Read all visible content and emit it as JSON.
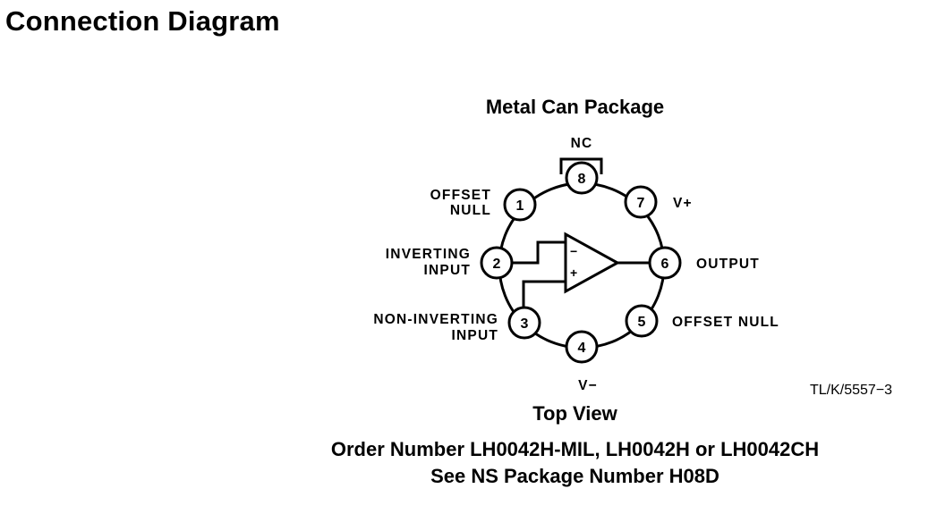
{
  "heading": "Connection Diagram",
  "package_title": "Metal Can Package",
  "view_label": "Top View",
  "order_lines": [
    "Order Number LH0042H-MIL, LH0042H or LH0042CH",
    "See NS Package Number H08D"
  ],
  "ref_code": "TL/K/5557−3",
  "amp": {
    "minus": "−",
    "plus": "+"
  },
  "pins": [
    {
      "number": "1",
      "label": [
        "OFFSET",
        "NULL"
      ]
    },
    {
      "number": "2",
      "label": [
        "INVERTING",
        "INPUT"
      ]
    },
    {
      "number": "3",
      "label": [
        "NON-INVERTING",
        "INPUT"
      ]
    },
    {
      "number": "4",
      "label": [
        "V−"
      ]
    },
    {
      "number": "5",
      "label": [
        "OFFSET NULL"
      ]
    },
    {
      "number": "6",
      "label": [
        "OUTPUT"
      ]
    },
    {
      "number": "7",
      "label": [
        "V+"
      ]
    },
    {
      "number": "8",
      "label": [
        "NC"
      ]
    }
  ]
}
